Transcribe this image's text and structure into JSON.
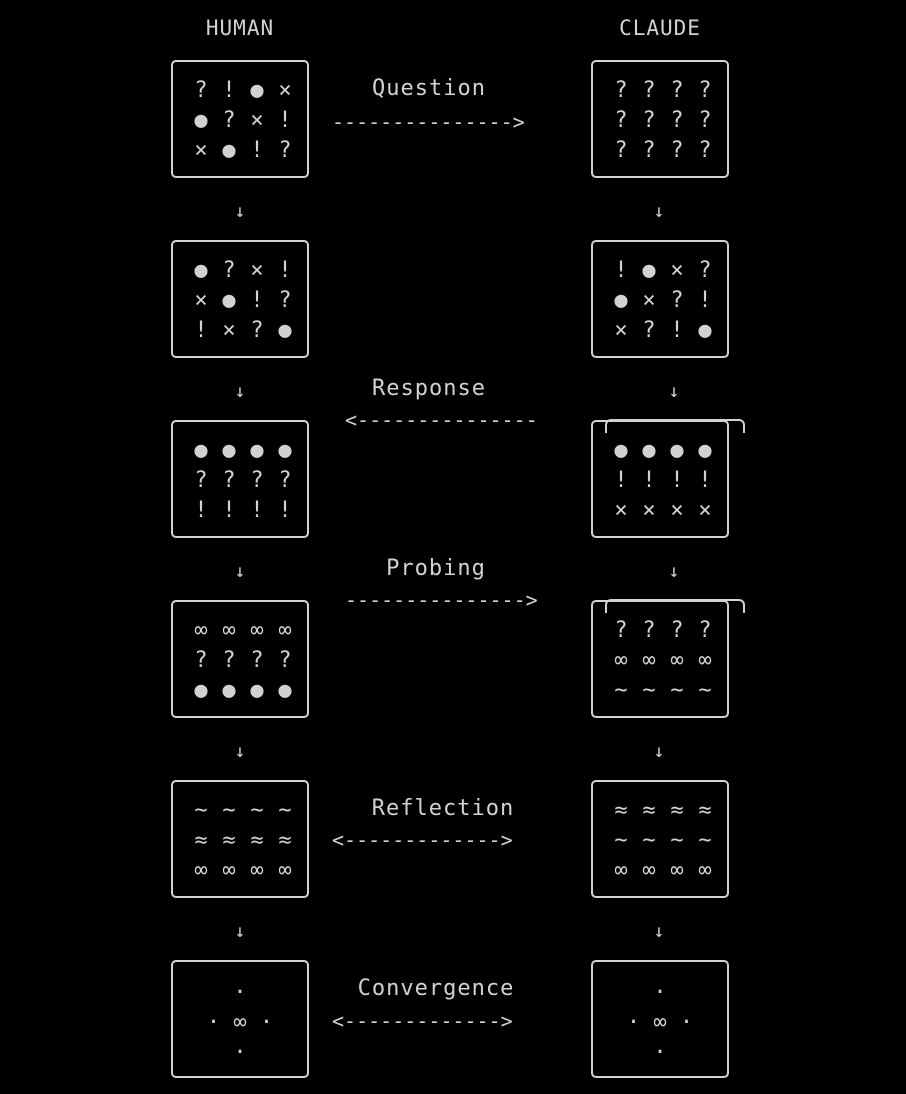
{
  "columns": {
    "left": "HUMAN",
    "right": "CLAUDE"
  },
  "down_arrow": "↓",
  "stages": [
    {
      "label": "Question",
      "connector": "--------------->",
      "human": [
        "?",
        "!",
        "●",
        "×",
        "●",
        "?",
        "×",
        "!",
        "×",
        "●",
        "!",
        "?"
      ],
      "claude": [
        "?",
        "?",
        "?",
        "?",
        "?",
        "?",
        "?",
        "?",
        "?",
        "?",
        "?",
        "?"
      ]
    },
    {
      "label": "",
      "connector": "",
      "human": [
        "●",
        "?",
        "×",
        "!",
        "×",
        "●",
        "!",
        "?",
        "!",
        "×",
        "?",
        "●"
      ],
      "claude": [
        "!",
        "●",
        "×",
        "?",
        "●",
        "×",
        "?",
        "!",
        "×",
        "?",
        "!",
        "●"
      ]
    },
    {
      "label": "Response",
      "connector": "<---------------",
      "human": [
        "●",
        "●",
        "●",
        "●",
        "?",
        "?",
        "?",
        "?",
        "!",
        "!",
        "!",
        "!"
      ],
      "claude": [
        "●",
        "●",
        "●",
        "●",
        "!",
        "!",
        "!",
        "!",
        "×",
        "×",
        "×",
        "×"
      ]
    },
    {
      "label": "Probing",
      "connector": "--------------->",
      "human": [
        "∞",
        "∞",
        "∞",
        "∞",
        "?",
        "?",
        "?",
        "?",
        "●",
        "●",
        "●",
        "●"
      ],
      "claude": [
        "?",
        "?",
        "?",
        "?",
        "∞",
        "∞",
        "∞",
        "∞",
        "~",
        "~",
        "~",
        "~"
      ]
    },
    {
      "label": "Reflection",
      "connector": "<------------->",
      "human": [
        "~",
        "~",
        "~",
        "~",
        "≈",
        "≈",
        "≈",
        "≈",
        "∞",
        "∞",
        "∞",
        "∞"
      ],
      "claude": [
        "≈",
        "≈",
        "≈",
        "≈",
        "~",
        "~",
        "~",
        "~",
        "∞",
        "∞",
        "∞",
        "∞"
      ]
    },
    {
      "label": "Convergence",
      "connector": "<------------->",
      "human_lines": [
        "·",
        "· ∞ ·",
        "·"
      ],
      "claude_lines": [
        "·",
        "· ∞ ·",
        "·"
      ]
    }
  ]
}
